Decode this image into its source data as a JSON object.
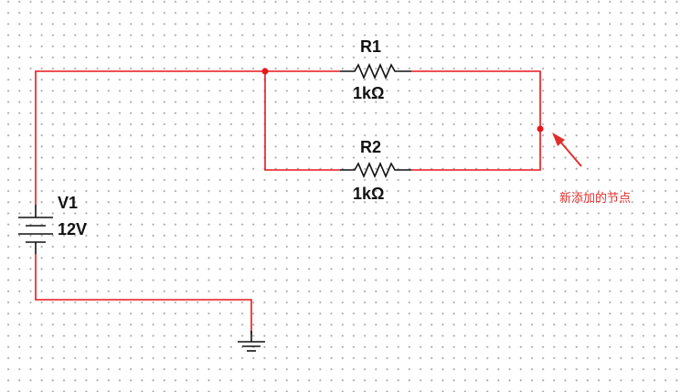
{
  "components": {
    "r1": {
      "name": "R1",
      "value": "1kΩ"
    },
    "r2": {
      "name": "R2",
      "value": "1kΩ"
    },
    "v1": {
      "name": "V1",
      "value": "12V"
    }
  },
  "annotation": {
    "text": "新添加的节点"
  },
  "colors": {
    "wire": "#e8161b",
    "component": "#111111",
    "annotation": "#e0302e",
    "grid_dot": "#a8a8a8"
  },
  "icons": {
    "ground": "ground-symbol-icon",
    "battery": "battery-symbol-icon",
    "resistor": "resistor-zigzag-icon",
    "arrow": "annotation-arrow-icon"
  }
}
